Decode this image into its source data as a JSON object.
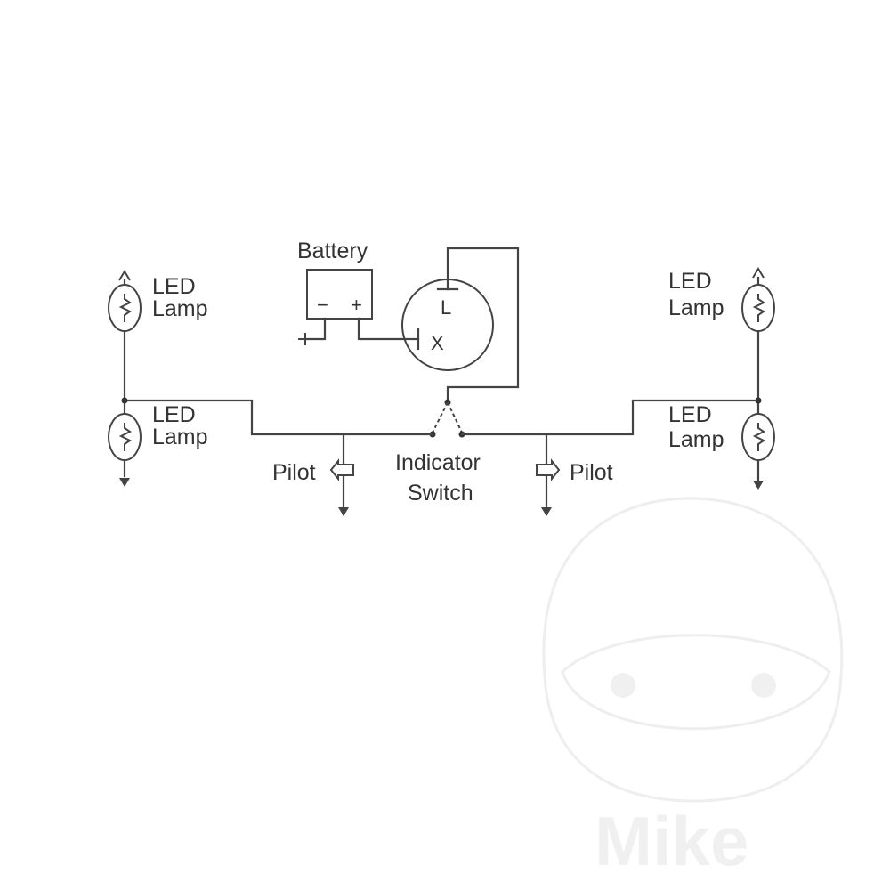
{
  "labels": {
    "battery": "Battery",
    "battery_minus": "−",
    "battery_plus": "+",
    "flasher_L": "L",
    "flasher_X": "X",
    "led_lamp_line1": "LED",
    "led_lamp_line2": "Lamp",
    "pilot": "Pilot",
    "switch_line1": "Indicator",
    "switch_line2": "Switch"
  },
  "watermark": {
    "text": "Mike"
  },
  "colors": {
    "line": "#444444",
    "text": "#333333",
    "watermark": "#eeeeee"
  }
}
